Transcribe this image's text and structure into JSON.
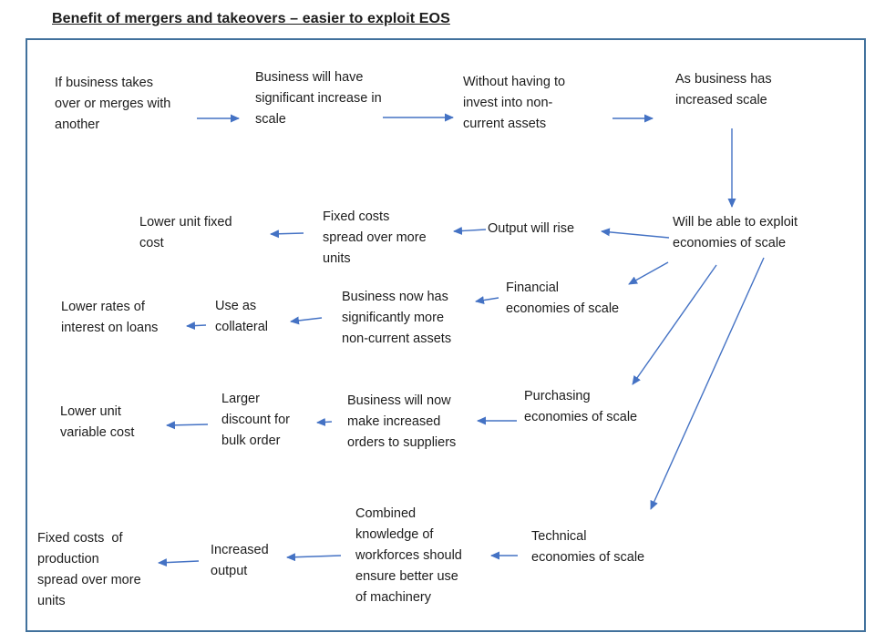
{
  "title": "Benefit of mergers and takeovers – easier to exploit EOS",
  "colors": {
    "arrow": "#4472C4",
    "border": "#41719C",
    "text": "#1c1c1c",
    "background": "#ffffff"
  },
  "diagram": {
    "nodes": [
      {
        "id": "merge",
        "text": "If business takes\nover or merges with\nanother"
      },
      {
        "id": "scale-increase",
        "text": "Business will have\nsignificant increase in\nscale"
      },
      {
        "id": "no-invest",
        "text": "Without having to\ninvest into non-\ncurrent assets"
      },
      {
        "id": "increased-scale",
        "text": "As business has\nincreased scale"
      },
      {
        "id": "exploit-eos",
        "text": "Will be able to exploit\neconomies of scale"
      },
      {
        "id": "output-rise",
        "text": "Output will rise"
      },
      {
        "id": "fixed-costs-spread",
        "text": "Fixed costs\nspread over more\nunits"
      },
      {
        "id": "lower-unit-fixed",
        "text": "Lower unit fixed\ncost"
      },
      {
        "id": "financial-eos",
        "text": "Financial\neconomies of scale"
      },
      {
        "id": "more-assets",
        "text": "Business now has\nsignificantly more\nnon-current assets"
      },
      {
        "id": "collateral",
        "text": "Use as\ncollateral"
      },
      {
        "id": "lower-interest",
        "text": "Lower rates of\ninterest on loans"
      },
      {
        "id": "purchasing-eos",
        "text": "Purchasing\neconomies of scale"
      },
      {
        "id": "increased-orders",
        "text": "Business will now\nmake increased\norders to suppliers"
      },
      {
        "id": "bulk-discount",
        "text": "Larger\ndiscount for\nbulk order"
      },
      {
        "id": "lower-unit-variable",
        "text": "Lower unit\nvariable cost"
      },
      {
        "id": "technical-eos",
        "text": "Technical\neconomies of scale"
      },
      {
        "id": "combined-knowledge",
        "text": "Combined\nknowledge of\nworkforces should\nensure better use\nof machinery"
      },
      {
        "id": "increased-output",
        "text": "Increased\noutput"
      },
      {
        "id": "fixed-costs-production",
        "text": "Fixed costs  of\nproduction\nspread over more\nunits"
      }
    ],
    "edges": [
      {
        "from": "merge",
        "to": "scale-increase"
      },
      {
        "from": "scale-increase",
        "to": "no-invest"
      },
      {
        "from": "no-invest",
        "to": "increased-scale"
      },
      {
        "from": "increased-scale",
        "to": "exploit-eos"
      },
      {
        "from": "exploit-eos",
        "to": "output-rise"
      },
      {
        "from": "output-rise",
        "to": "fixed-costs-spread"
      },
      {
        "from": "fixed-costs-spread",
        "to": "lower-unit-fixed"
      },
      {
        "from": "exploit-eos",
        "to": "financial-eos"
      },
      {
        "from": "financial-eos",
        "to": "more-assets"
      },
      {
        "from": "more-assets",
        "to": "collateral"
      },
      {
        "from": "collateral",
        "to": "lower-interest"
      },
      {
        "from": "exploit-eos",
        "to": "purchasing-eos"
      },
      {
        "from": "purchasing-eos",
        "to": "increased-orders"
      },
      {
        "from": "increased-orders",
        "to": "bulk-discount"
      },
      {
        "from": "bulk-discount",
        "to": "lower-unit-variable"
      },
      {
        "from": "exploit-eos",
        "to": "technical-eos"
      },
      {
        "from": "technical-eos",
        "to": "combined-knowledge"
      },
      {
        "from": "combined-knowledge",
        "to": "increased-output"
      },
      {
        "from": "increased-output",
        "to": "fixed-costs-production"
      }
    ]
  }
}
